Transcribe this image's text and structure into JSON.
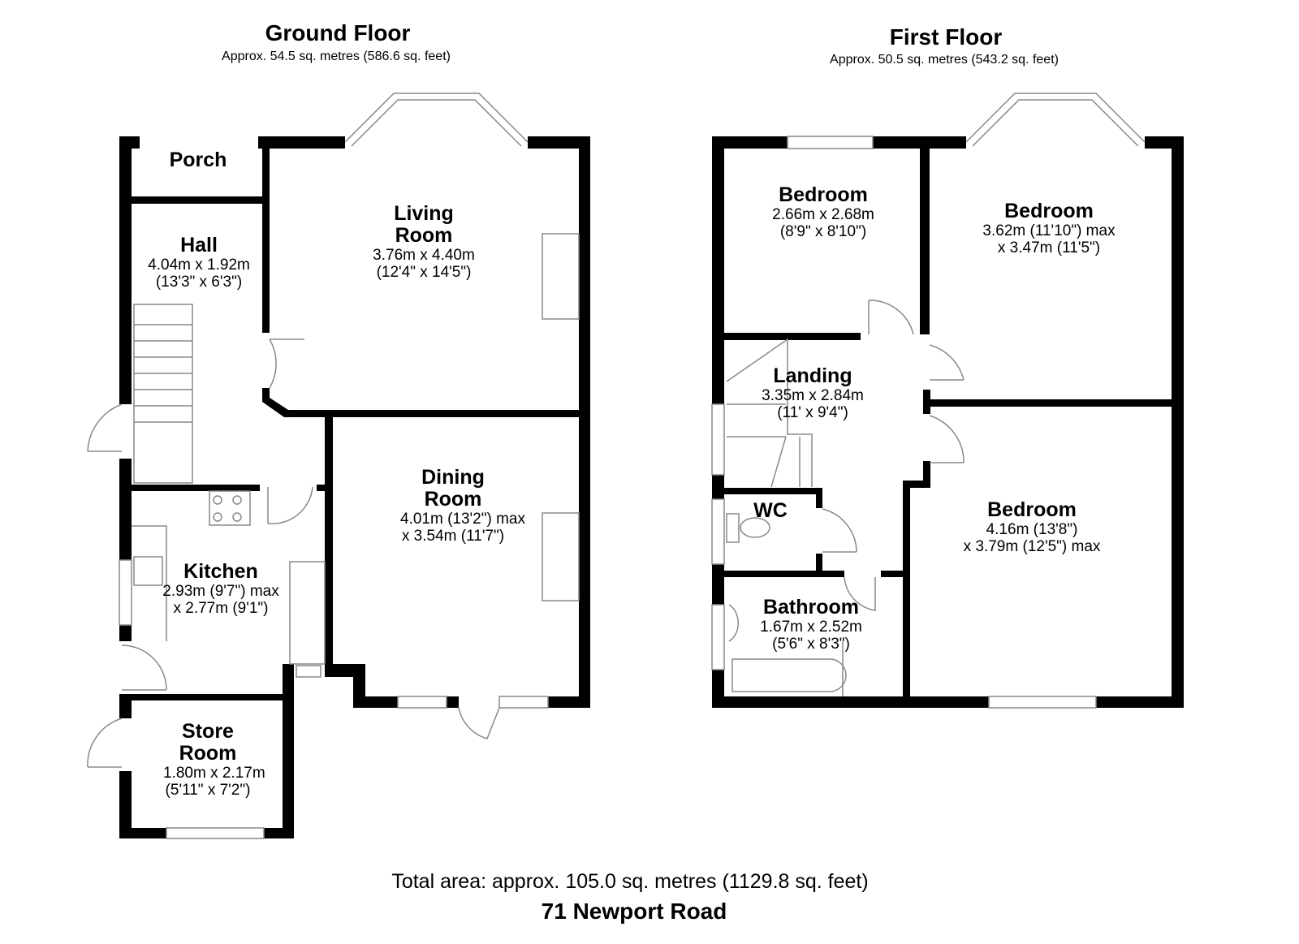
{
  "ground_floor": {
    "title": "Ground Floor",
    "area": "Approx. 54.5 sq. metres (586.6 sq. feet)",
    "rooms": [
      {
        "name": "Porch",
        "dims": "",
        "dims_imperial": ""
      },
      {
        "name": "Hall",
        "dims": "4.04m x 1.92m",
        "dims_imperial": "(13'3\" x 6'3\")"
      },
      {
        "name": "Living Room",
        "dims": "3.76m x 4.40m",
        "dims_imperial": "(12'4\" x 14'5\")"
      },
      {
        "name": "Dining Room",
        "dims": "4.01m (13'2\") max",
        "dims_imperial": "x 3.54m (11'7\")"
      },
      {
        "name": "Kitchen",
        "dims": "2.93m (9'7\") max",
        "dims_imperial": "x 2.77m (9'1\")"
      },
      {
        "name": "Store Room",
        "dims": "1.80m x 2.17m",
        "dims_imperial": "(5'11\" x 7'2\")"
      }
    ]
  },
  "first_floor": {
    "title": "First Floor",
    "area": "Approx. 50.5 sq. metres (543.2 sq. feet)",
    "rooms": [
      {
        "name": "Bedroom",
        "dims": "2.66m x 2.68m",
        "dims_imperial": "(8'9\" x 8'10\")"
      },
      {
        "name": "Bedroom",
        "dims": "3.62m (11'10\") max",
        "dims_imperial": "x 3.47m (11'5\")"
      },
      {
        "name": "Landing",
        "dims": "3.35m x 2.84m",
        "dims_imperial": "(11' x 9'4\")"
      },
      {
        "name": "WC",
        "dims": "",
        "dims_imperial": ""
      },
      {
        "name": "Bathroom",
        "dims": "1.67m x 2.52m",
        "dims_imperial": "(5'6\" x 8'3\")"
      },
      {
        "name": "Bedroom",
        "dims": "4.16m (13'8\")",
        "dims_imperial": "x 3.79m (12'5\") max"
      }
    ]
  },
  "footer": {
    "total_area": "Total area: approx. 105.0 sq. metres (1129.8 sq. feet)",
    "address": "71 Newport Road"
  },
  "colors": {
    "wall": "#000000",
    "fixture": "#888888",
    "background": "#ffffff"
  }
}
